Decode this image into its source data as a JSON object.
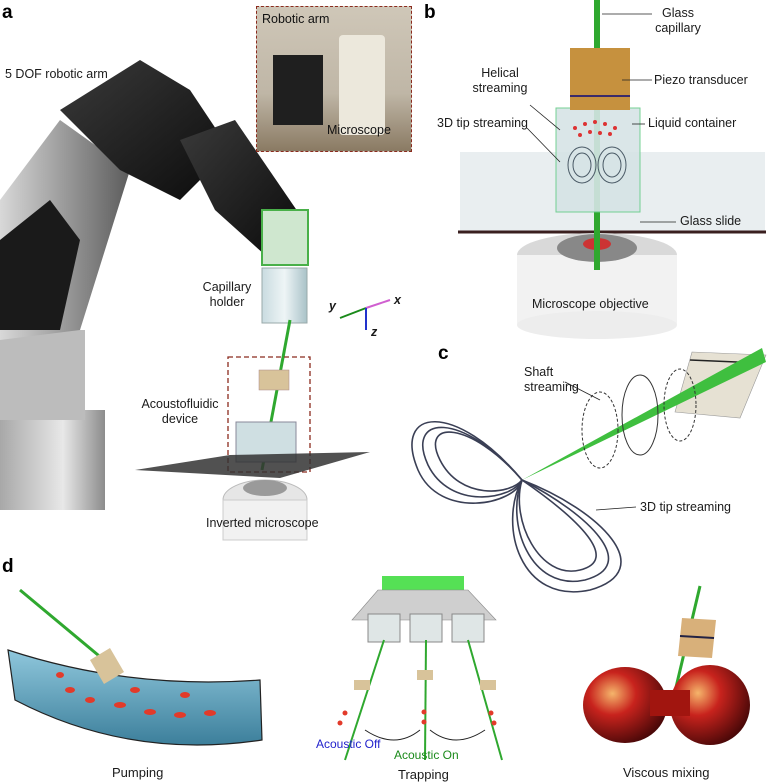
{
  "panels": {
    "a": "a",
    "b": "b",
    "c": "c",
    "d": "d"
  },
  "panel_a": {
    "robot_label": "5 DOF robotic arm",
    "inset_robotic_arm": "Robotic arm",
    "inset_microscope": "Microscope",
    "capillary_holder_line1": "Capillary",
    "capillary_holder_line2": "holder",
    "acousto_line1": "Acoustofluidic",
    "acousto_line2": "device",
    "inverted_microscope": "Inverted microscope",
    "axis_x": "x",
    "axis_y": "y",
    "axis_z": "z"
  },
  "panel_b": {
    "glass_capillary_line1": "Glass",
    "glass_capillary_line2": "capillary",
    "piezo": "Piezo transducer",
    "helical_line1": "Helical",
    "helical_line2": "streaming",
    "tip_streaming": "3D tip streaming",
    "liquid_container": "Liquid container",
    "glass_slide": "Glass slide",
    "objective": "Microscope objective"
  },
  "panel_c": {
    "shaft_line1": "Shaft",
    "shaft_line2": "streaming",
    "tip_streaming": "3D tip streaming"
  },
  "panel_d": {
    "pumping": "Pumping",
    "trapping": "Trapping",
    "viscous_mixing": "Viscous mixing",
    "acoustic_off": "Acoustic Off",
    "acoustic_on": "Acoustic On"
  },
  "colors": {
    "capillary_green": "#2fa82f",
    "piezo_tan": "#d8c39a",
    "acoustic_off_blue": "#2222cc",
    "acoustic_on_green": "#1a8a1a",
    "inset_border": "#8b2b1e"
  }
}
